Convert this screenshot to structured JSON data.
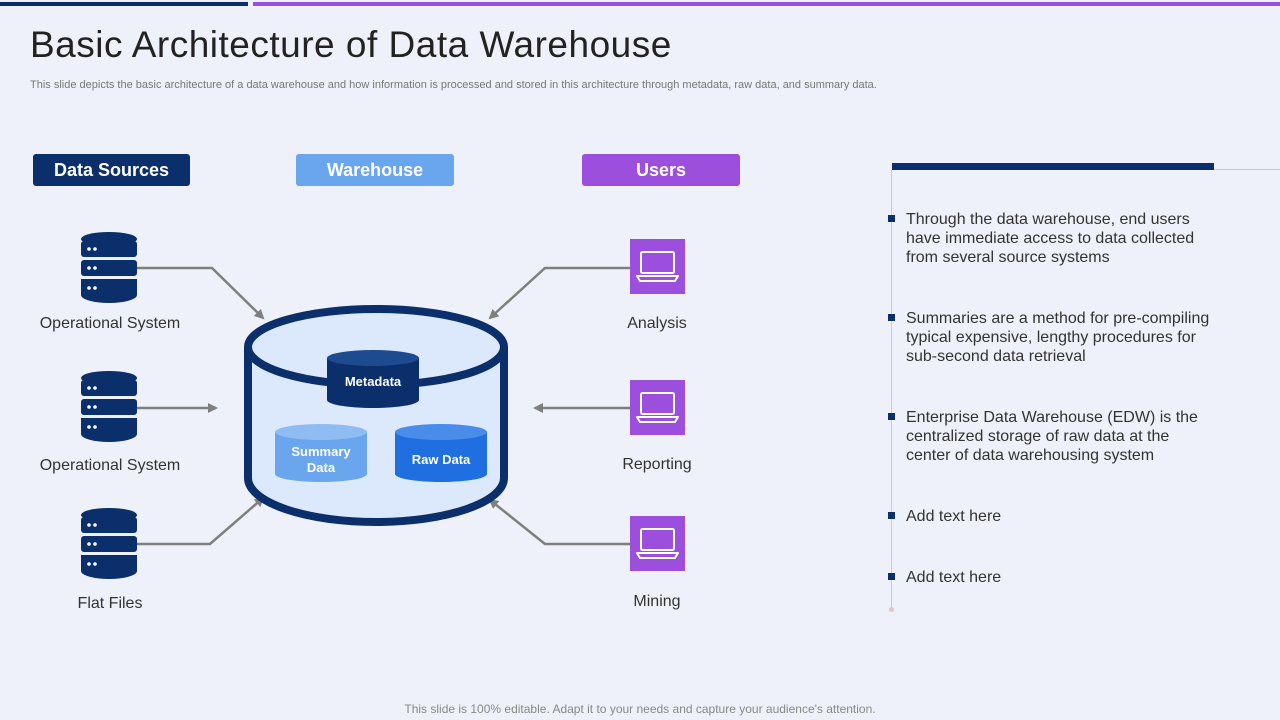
{
  "title": "Basic Architecture of Data Warehouse",
  "subtitle": "This slide depicts the basic architecture of a data warehouse and how information is processed and stored in this architecture through metadata, raw data, and summary data.",
  "headers": {
    "sources": "Data Sources",
    "warehouse": "Warehouse",
    "users": "Users"
  },
  "sources": [
    "Operational System",
    "Operational System",
    "Flat Files"
  ],
  "warehouse": {
    "metadata": "Metadata",
    "summary_line1": "Summary",
    "summary_line2": "Data",
    "raw": "Raw Data"
  },
  "users": [
    "Analysis",
    "Reporting",
    "Mining"
  ],
  "bullets": [
    "Through the data warehouse, end users have immediate access to data collected from several source systems",
    "Summaries are a method for pre-compiling typical expensive, lengthy procedures for sub-second data retrieval",
    "Enterprise Data Warehouse (EDW) is the centralized storage of raw data at the center of data warehousing system",
    "Add text here",
    "Add text here"
  ],
  "footer": "This slide is 100% editable. Adapt it to your needs and capture your audience's attention.",
  "colors": {
    "navy": "#0b2f6b",
    "light_blue": "#6aa6ee",
    "purple": "#9b4fdc",
    "raw_blue": "#1f6fe0",
    "cylinder_fill": "#dce8fb"
  },
  "icons": {
    "source": "database-server-icon",
    "user": "laptop-icon"
  }
}
